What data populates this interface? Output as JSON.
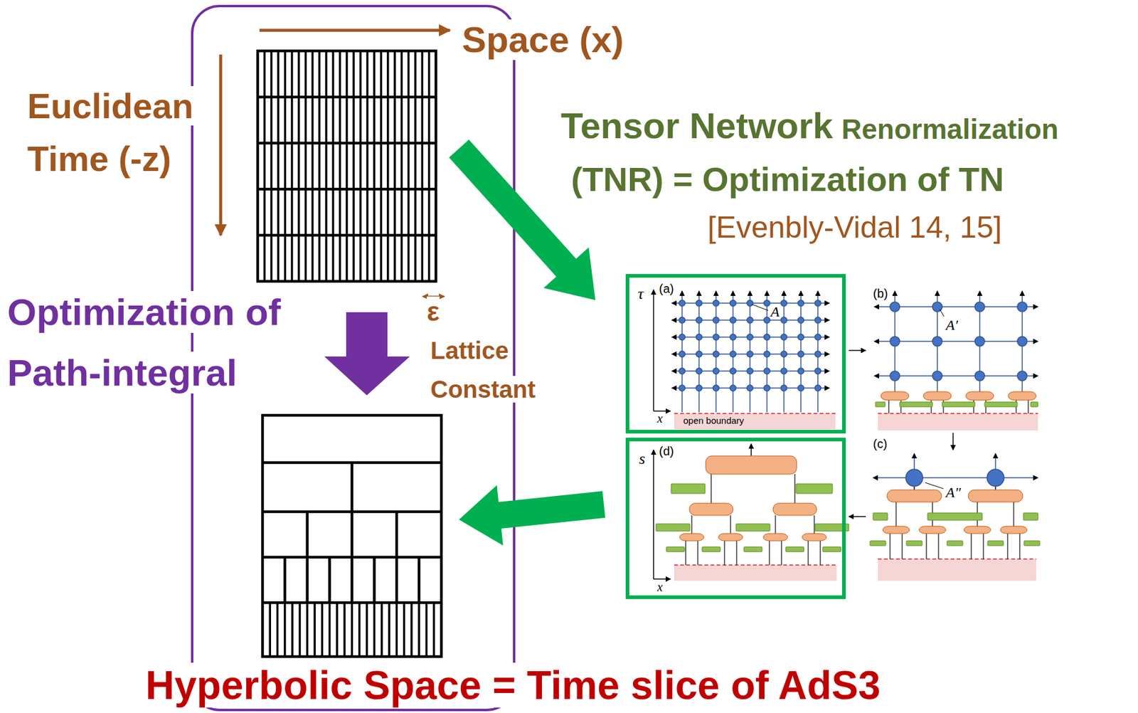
{
  "diagram": {
    "nodes": [
      {
        "text": [
          "(a)",
          "τ",
          "A",
          "x",
          "open boundary"
        ]
      },
      {
        "text": [
          "(d)",
          "s",
          "x"
        ]
      }
    ],
    "labels": [
      "Space (x)",
      "Euclidean Time (-z)",
      "Tensor Network",
      "Renormalization",
      "(TNR) = Optimization of TN",
      "[Evenbly-Vidal 14, 15]",
      "Optimization of Path-integral",
      "ε",
      "Lattice Constant",
      "(b)",
      "A′",
      "(c)",
      "A″",
      "Hyperbolic Space = Time slice of AdS3"
    ]
  }
}
